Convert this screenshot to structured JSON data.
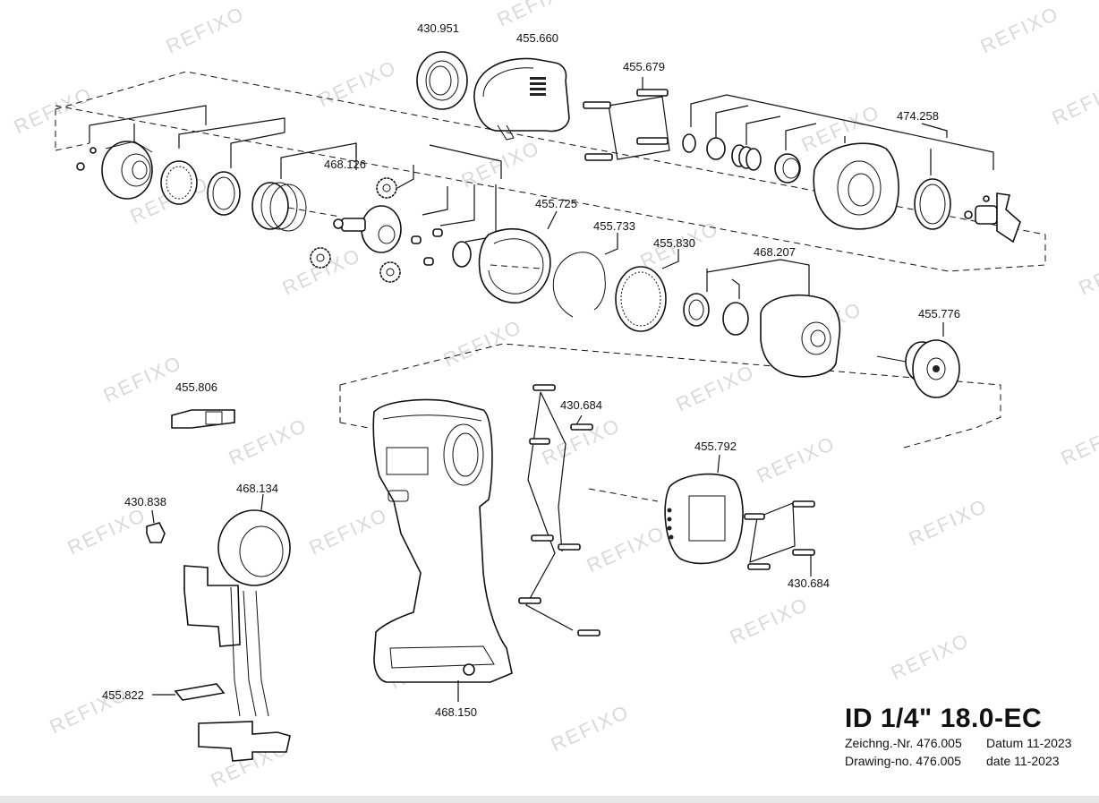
{
  "watermark": "REFIXO",
  "labels": {
    "p430951": "430.951",
    "p455660": "455.660",
    "p455679": "455.679",
    "p474258": "474.258",
    "p468126": "468.126",
    "p455725": "455.725",
    "p455733": "455.733",
    "p455830": "455.830",
    "p468207": "468.207",
    "p455776": "455.776",
    "p455806": "455.806",
    "p430684a": "430.684",
    "p455792": "455.792",
    "p430838": "430.838",
    "p468134": "468.134",
    "p430684b": "430.684",
    "p455822": "455.822",
    "p468150": "468.150"
  },
  "title_block": {
    "title": "ID 1/4\" 18.0-EC",
    "de_drawing_label": "Zeichng.-Nr. 476.005",
    "de_date_label": "Datum 11-2023",
    "en_drawing_label": "Drawing-no. 476.005",
    "en_date_label": "date  11-2023"
  }
}
